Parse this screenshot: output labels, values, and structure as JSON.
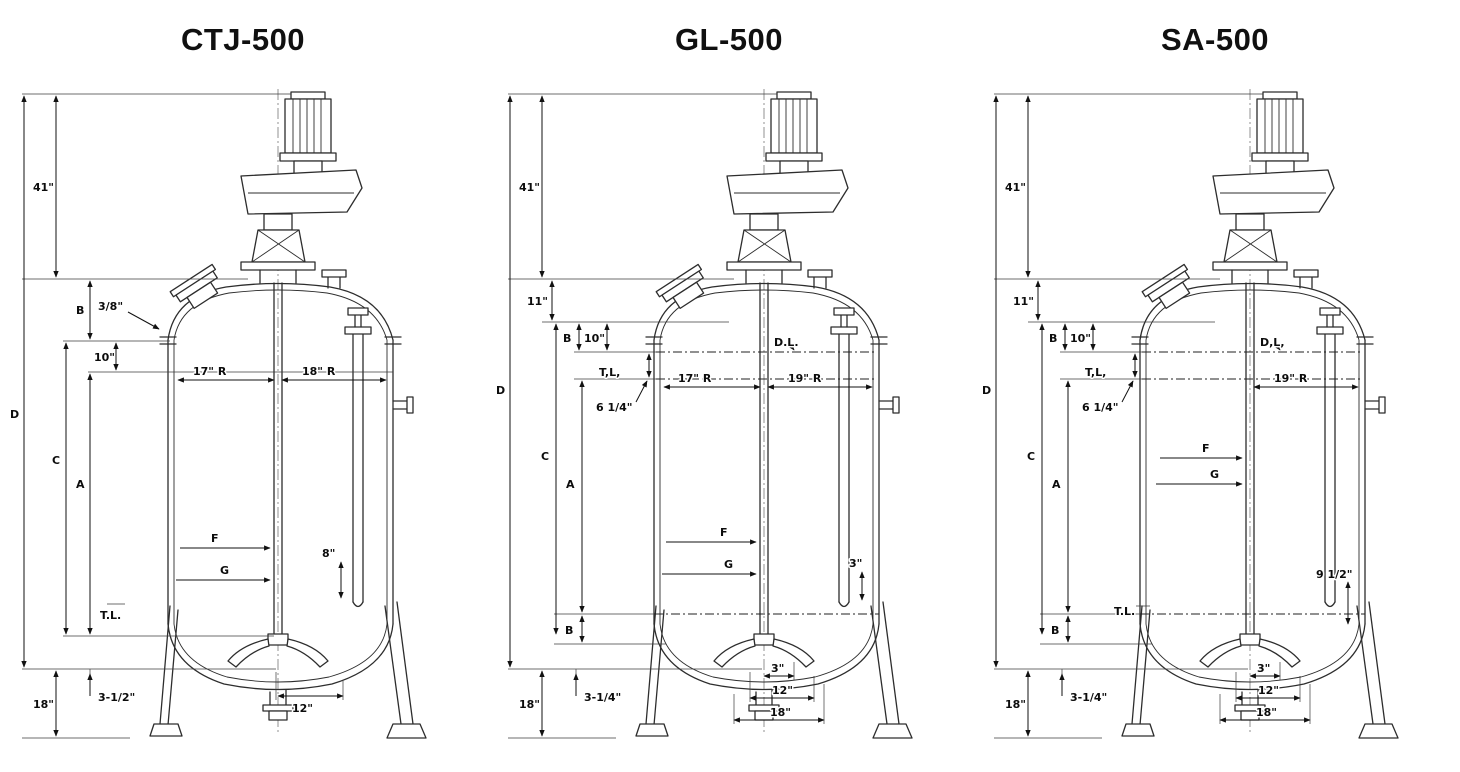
{
  "diagrams": {
    "ctj": {
      "title": "CTJ-500",
      "dims": {
        "height41": "41\"",
        "B": "B",
        "wall": "3/8\"",
        "ten": "10\"",
        "D": "D",
        "C": "C",
        "A": "A",
        "r_left": "17\" R",
        "r_right": "18\" R",
        "F": "F",
        "G": "G",
        "eight": "8\"",
        "TL": "T.L.",
        "leg18": "18\"",
        "clear": "3-1/2\"",
        "twelve": "12\""
      }
    },
    "gl": {
      "title": "GL-500",
      "dims": {
        "height41": "41\"",
        "eleven": "11\"",
        "B": "B",
        "ten": "10\"",
        "DL": "D.L.",
        "TL_side": "T,L,",
        "six_q": "6 1/4\"",
        "D": "D",
        "C": "C",
        "A": "A",
        "r_left": "17\" R",
        "r_right": "19\" R",
        "F": "F",
        "G": "G",
        "three_side": "3\"",
        "B_bot": "B",
        "leg18": "18\"",
        "clear": "3-1/4\"",
        "three_bot": "3\"",
        "twelve": "12\"",
        "base18": "18\""
      }
    },
    "sa": {
      "title": "SA-500",
      "dims": {
        "height41": "41\"",
        "eleven": "11\"",
        "B": "B",
        "ten": "10\"",
        "DL": "D,L,",
        "TL_side": "T,L,",
        "six_q": "6 1/4\"",
        "D": "D",
        "C": "C",
        "A": "A",
        "r_right": "19\" R",
        "F": "F",
        "G": "G",
        "nine_half": "9 1/2\"",
        "TL_bot": "T.L.",
        "B_bot": "B",
        "leg18": "18\"",
        "clear": "3-1/4\"",
        "three_bot": "3\"",
        "twelve": "12\"",
        "base18": "18\""
      }
    }
  }
}
